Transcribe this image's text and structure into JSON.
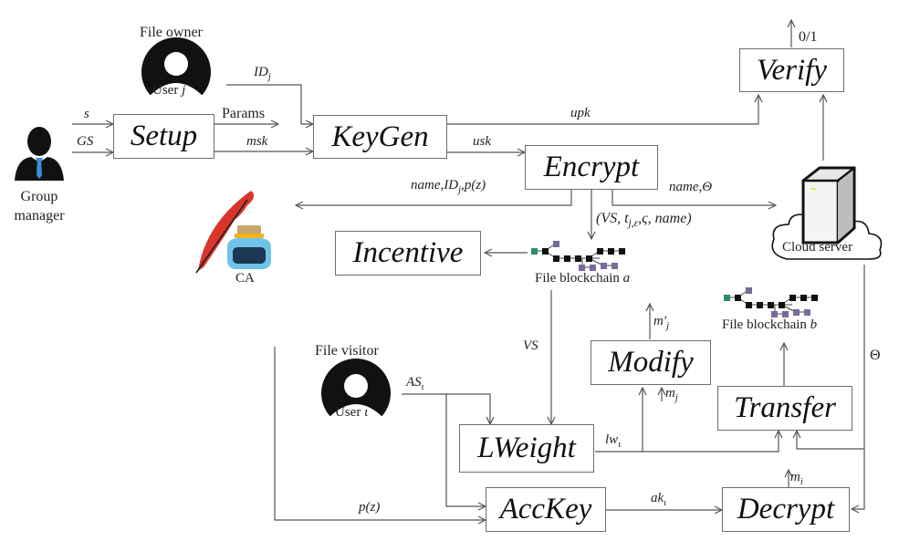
{
  "diagram": {
    "actors": {
      "group_manager": {
        "label": "Group manager",
        "line1": "Group",
        "line2": "manager"
      },
      "file_owner": {
        "title": "File owner",
        "inner": "User",
        "inner_var": "j"
      },
      "file_visitor": {
        "title": "File visitor",
        "inner": "User",
        "inner_var": "ι"
      },
      "ca": {
        "label": "CA"
      },
      "cloud_server": {
        "label": "Cloud server"
      }
    },
    "blocks": {
      "setup": "Setup",
      "keygen": "KeyGen",
      "encrypt": "Encrypt",
      "verify": "Verify",
      "incentive": "Incentive",
      "modify": "Modify",
      "transfer": "Transfer",
      "lweight": "LWeight",
      "acckey": "AccKey",
      "decrypt": "Decrypt"
    },
    "blockchains": {
      "a": {
        "label": "File blockchain",
        "var": "a"
      },
      "b": {
        "label": "File blockchain",
        "var": "b"
      }
    },
    "edges": {
      "s": "s",
      "gs": "GS",
      "params": "Params",
      "msk": "msk",
      "idj": {
        "base": "ID",
        "sub": "j"
      },
      "upk": "upk",
      "usk": "usk",
      "verify_out": "0/1",
      "name_id_pz": {
        "pre": "name,ID",
        "sub": "j",
        "post": ",p(z)"
      },
      "name_theta": "name,Θ",
      "vs_tuple": {
        "pre": "(VS, t",
        "sub": "j,ε",
        "post": ",ς, name)"
      },
      "vs": "VS",
      "mprime": {
        "base": "m′",
        "sub": "j"
      },
      "mj": {
        "base": "m",
        "sub": "j"
      },
      "theta": "Θ",
      "as": {
        "base": "AS",
        "sub": "ι"
      },
      "lw": {
        "base": "lw",
        "sub": "ι"
      },
      "mi": {
        "base": "m",
        "sub": "i"
      },
      "pz": "p(z)",
      "ak": {
        "base": "ak",
        "sub": "ι"
      }
    },
    "colors": {
      "line": "#555555",
      "block_black": "#111111",
      "block_purple": "#7a6a9c",
      "block_green": "#2e8b6a",
      "tie_blue": "#3a8fd6",
      "quill_red": "#d9362b",
      "ink_bottle": "#6fc3e8"
    }
  }
}
